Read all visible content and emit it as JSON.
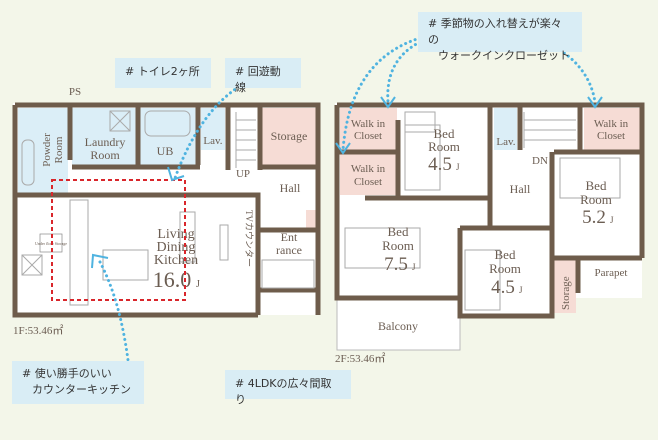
{
  "callouts": {
    "toilets": "# トイレ2ヶ所",
    "circulation": "# 回遊動線",
    "walkin_line1": "# 季節物の入れ替えが楽々の",
    "walkin_line2": "ウォークインクローゼット",
    "kitchen_line1": "# 使い勝手のいい",
    "kitchen_line2": "カウンターキッチン",
    "layout": "# 4LDKの広々間取り"
  },
  "floor1": {
    "area": "1F:53.46㎡",
    "ps": "PS",
    "powder_1": "Powder",
    "powder_2": "Room",
    "laundry_1": "Laundry",
    "laundry_2": "Room",
    "ub": "UB",
    "lav": "Lav.",
    "storage": "Storage",
    "up": "UP",
    "hall": "Hall",
    "ldk_1": "Living",
    "ldk_2": "Dining",
    "ldk_3": "Kitchen",
    "ldk_size": "16.0",
    "unit": "J",
    "tv_counter": "TVカウンター",
    "entrance_1": "Ent",
    "entrance_2": "rance",
    "underfloor": "Under floor Storage"
  },
  "floor2": {
    "area": "2F:53.46㎡",
    "wic": "Walk in",
    "closet": "Closet",
    "bed": "Bed",
    "room": "Room",
    "bed_a_size": "4.5",
    "bed_b_size": "7.5",
    "bed_c_size": "5.2",
    "bed_d_size": "4.5",
    "unit": "J",
    "lav": "Lav.",
    "dn": "DN",
    "hall": "Hall",
    "storage": "Storage",
    "parapet": "Parapet",
    "balcony": "Balcony"
  },
  "colors": {
    "wall": "#6e5c4b",
    "wet": "#dbeef7",
    "pink": "#f6dcd5",
    "red": "#d9262b",
    "dot": "#4fb3e0"
  }
}
